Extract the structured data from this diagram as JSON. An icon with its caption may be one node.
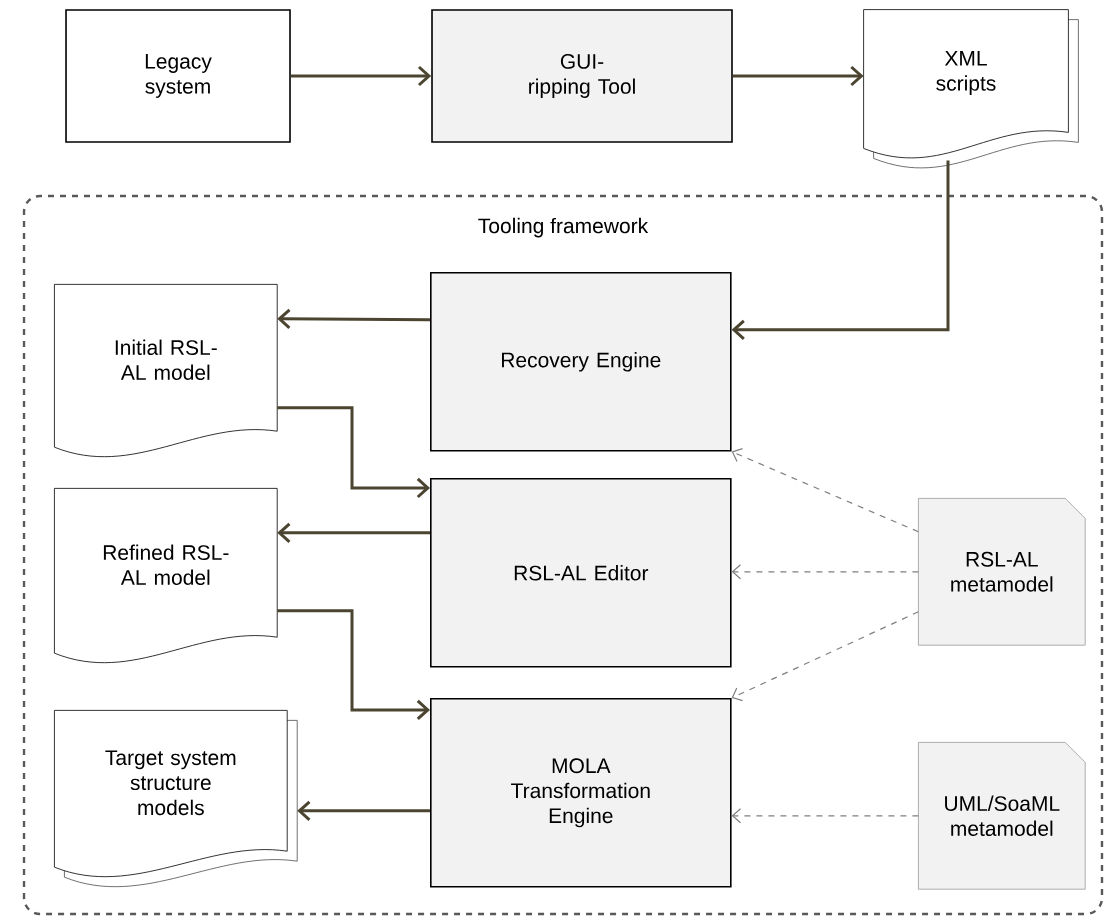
{
  "diagram": {
    "nodes": [
      {
        "text": [
          "Legacy system"
        ]
      },
      {
        "text": [
          "GUI-ripping Tool"
        ]
      },
      {
        "text": [
          "XML scripts"
        ]
      },
      {
        "text": [
          "Tooling framework"
        ]
      },
      {
        "text": [
          "Initial RSL-AL model"
        ],
        "in": 3
      },
      {
        "text": [
          "Recovery Engine"
        ],
        "in": 3
      },
      {
        "text": [
          "Refined RSL-AL model"
        ],
        "in": 3
      },
      {
        "text": [
          "RSL-AL Editor"
        ],
        "in": 3
      },
      {
        "text": [
          "RSL-AL metamodel"
        ],
        "in": 3
      },
      {
        "text": [
          "Target system structure models"
        ],
        "in": 3
      },
      {
        "text": [
          "MOLA Transformation Engine"
        ],
        "in": 3
      },
      {
        "text": [
          "UML/SoaML metamodel"
        ],
        "in": 3
      }
    ],
    "edges": [
      {
        "from": 0,
        "to": 1,
        "arrow": "to"
      },
      {
        "from": 1,
        "to": 2,
        "arrow": "to"
      },
      {
        "from": 2,
        "to": 5,
        "arrow": "to"
      },
      {
        "from": 5,
        "to": 4,
        "arrow": "to"
      },
      {
        "from": 4,
        "to": 7,
        "arrow": "to"
      },
      {
        "from": 7,
        "to": 6,
        "arrow": "to"
      },
      {
        "from": 6,
        "to": 10,
        "arrow": "to"
      },
      {
        "from": 10,
        "to": 9,
        "arrow": "to"
      },
      {
        "from": 8,
        "to": 5,
        "arrow": "to",
        "style": "dashed",
        "color": "#7f7f7f"
      },
      {
        "from": 8,
        "to": 7,
        "arrow": "to",
        "style": "dashed",
        "color": "#7f7f7f"
      },
      {
        "from": 8,
        "to": 10,
        "arrow": "to",
        "style": "dashed",
        "color": "#7f7f7f"
      },
      {
        "from": 11,
        "to": 10,
        "arrow": "to",
        "style": "dashed",
        "color": "#7f7f7f"
      }
    ]
  }
}
